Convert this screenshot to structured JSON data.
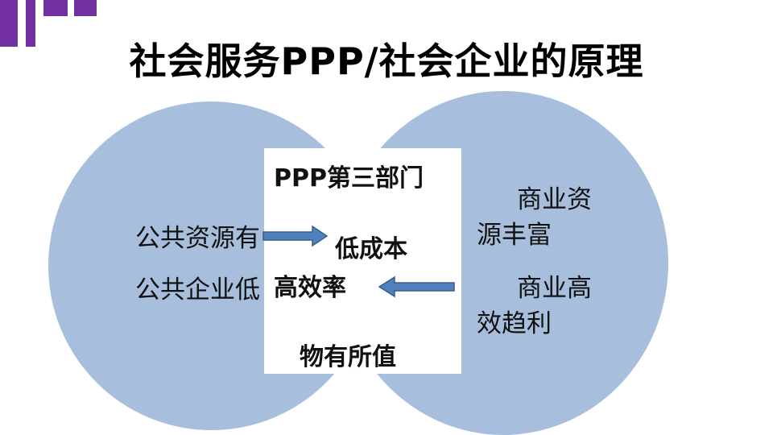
{
  "title": "社会服务PPP/社会企业的原理",
  "colors": {
    "accent": "#7030a0",
    "circle_fill": "#a7bfdc",
    "arrow_fill": "#4f81bd",
    "arrow_stroke": "#385d8a"
  },
  "left_circle": {
    "line1": "公共资源有",
    "line2": "公共企业低"
  },
  "center": {
    "heading": "PPP第三部门",
    "item1": "低成本",
    "item2": "高效率",
    "item3": "物有所值"
  },
  "right_circle": {
    "label1_line1": "商业资",
    "label1_line2": "源丰富",
    "label2_line1": "商业高",
    "label2_line2": "效趋利"
  },
  "arrows": [
    {
      "name": "arrow-right",
      "direction": "right"
    },
    {
      "name": "arrow-left",
      "direction": "left"
    }
  ]
}
